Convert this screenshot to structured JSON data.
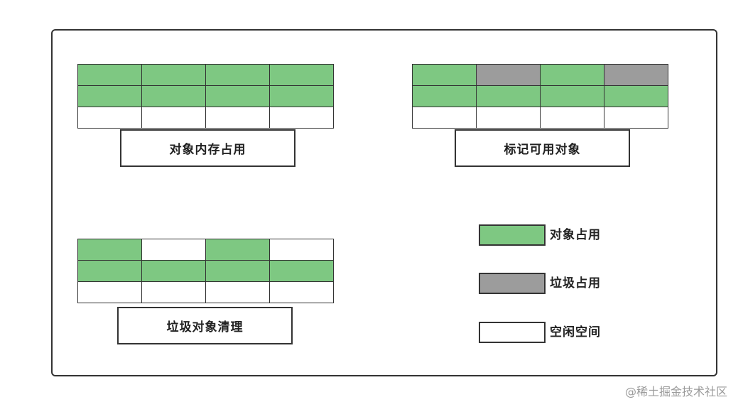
{
  "colors": {
    "used": "#7ec882",
    "garbage": "#9c9c9c",
    "free": "#ffffff",
    "border": "#333333"
  },
  "panels": [
    {
      "caption": "对象内存占用",
      "cells": [
        [
          "used",
          "used",
          "used",
          "used"
        ],
        [
          "used",
          "used",
          "used",
          "used"
        ],
        [
          "free",
          "free",
          "free",
          "free"
        ]
      ]
    },
    {
      "caption": "标记可用对象",
      "cells": [
        [
          "used",
          "garbage",
          "used",
          "garbage"
        ],
        [
          "used",
          "used",
          "used",
          "used"
        ],
        [
          "free",
          "free",
          "free",
          "free"
        ]
      ]
    },
    {
      "caption": "垃圾对象清理",
      "cells": [
        [
          "used",
          "free",
          "used",
          "free"
        ],
        [
          "used",
          "used",
          "used",
          "used"
        ],
        [
          "free",
          "free",
          "free",
          "free"
        ]
      ]
    }
  ],
  "legend": [
    {
      "type": "used",
      "label": "对象占用"
    },
    {
      "type": "garbage",
      "label": "垃圾占用"
    },
    {
      "type": "free",
      "label": "空闲空间"
    }
  ],
  "watermark": "@稀土掘金技术社区"
}
